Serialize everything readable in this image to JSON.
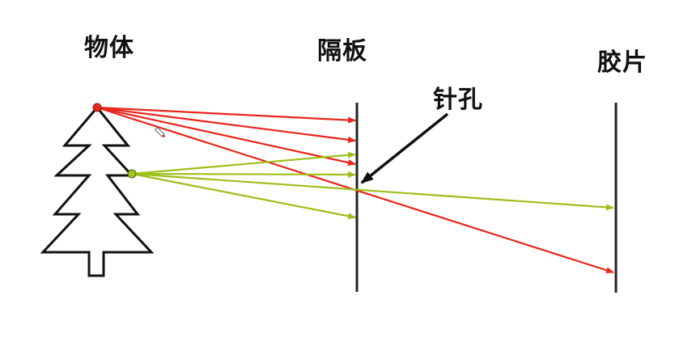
{
  "labels": {
    "object": "物体",
    "barrier": "隔板",
    "film": "胶片",
    "pinhole": "针孔"
  },
  "colors": {
    "red_ray": "#e8261b",
    "green_ray": "#9dbf1a",
    "line": "#111111"
  },
  "elements": {
    "object_icon": "tree-icon",
    "cursor_icon": "pen-cursor-icon"
  }
}
